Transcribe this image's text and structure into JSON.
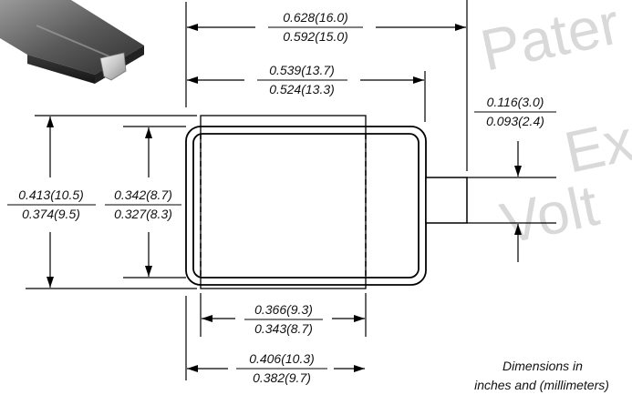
{
  "watermark": {
    "line1": "Pater",
    "line2": "Ex",
    "line3": "Volt"
  },
  "dimensions": {
    "overall_length": {
      "max": "0.628(16.0)",
      "min": "0.592(15.0)"
    },
    "body_length": {
      "max": "0.539(13.7)",
      "min": "0.524(13.3)"
    },
    "lead_thickness": {
      "max": "0.116(3.0)",
      "min": "0.093(2.4)"
    },
    "overall_height": {
      "max": "0.413(10.5)",
      "min": "0.374(9.5)"
    },
    "body_height": {
      "max": "0.342(8.7)",
      "min": "0.327(8.3)"
    },
    "pad_width": {
      "max": "0.366(9.3)",
      "min": "0.343(8.7)"
    },
    "pad_width_outer": {
      "max": "0.406(10.3)",
      "min": "0.382(9.7)"
    }
  },
  "note": {
    "line1": "Dimensions in",
    "line2": "inches and (millimeters)"
  }
}
